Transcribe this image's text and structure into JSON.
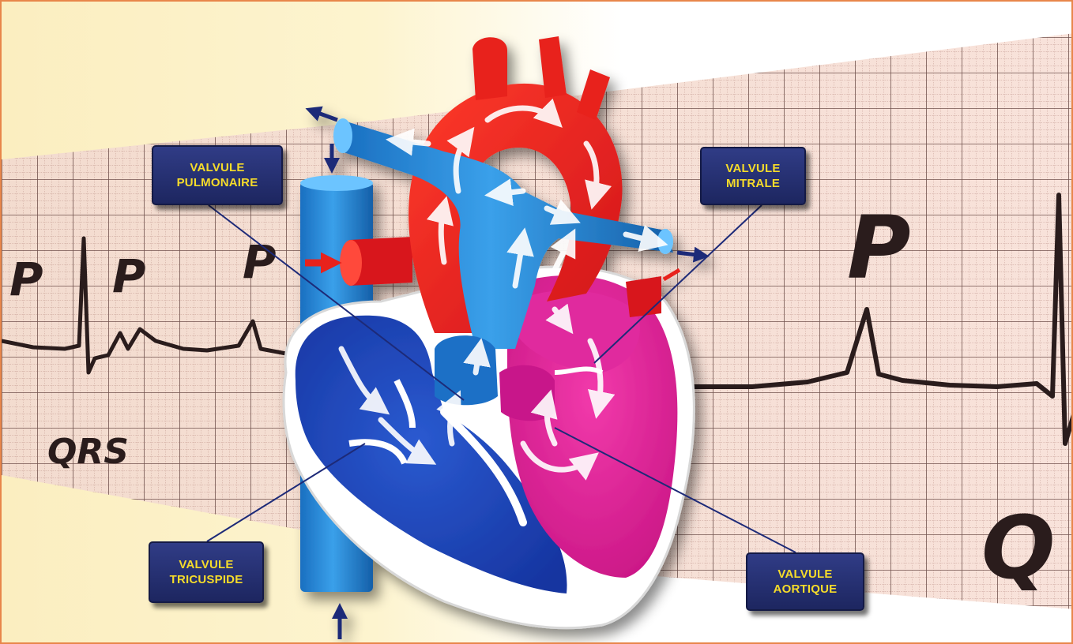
{
  "ecg": {
    "letters_left": [
      "P",
      "P",
      "P"
    ],
    "qrs_left": "QRS",
    "letter_right": "P",
    "qrs_right": "Q"
  },
  "labels": {
    "pulmonaire": {
      "line1": "VALVULE",
      "line2": "PULMONAIRE"
    },
    "mitrale": {
      "line1": "VALVULE",
      "line2": "MITRALE"
    },
    "tricuspide": {
      "line1": "VALVULE",
      "line2": "TRICUSPIDE"
    },
    "aortique": {
      "line1": "VALVULE",
      "line2": "AORTIQUE"
    }
  },
  "colors": {
    "border": "#e8864a",
    "label_bg": "#263075",
    "label_text": "#f6dc2a",
    "oxygenated": "#e8201f",
    "deoxygenated": "#1e7fcf",
    "right_heart": "#1f45b8",
    "left_heart": "#e1239a",
    "ecg_paper": "#f6dcd3",
    "ecg_grid": "#9a6a62"
  }
}
